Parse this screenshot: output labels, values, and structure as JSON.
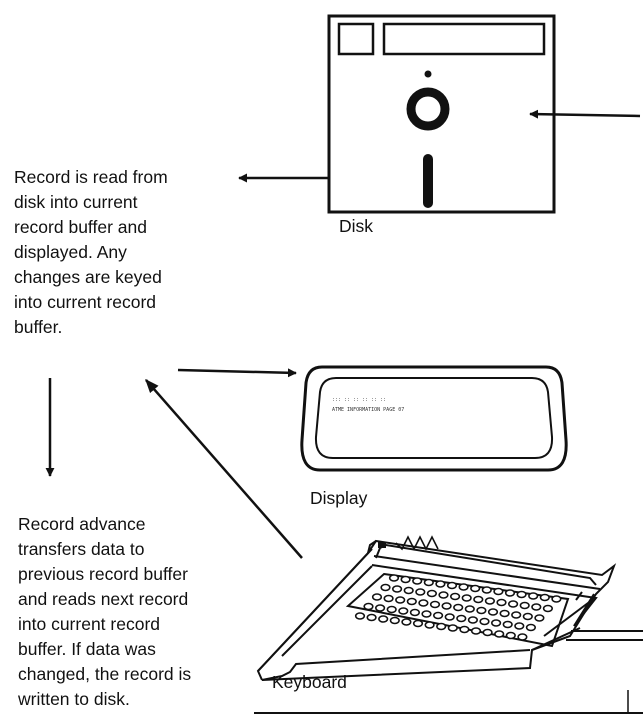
{
  "labels": {
    "disk": "Disk",
    "display": "Display",
    "keyboard": "Keyboard"
  },
  "text_blocks": {
    "read_record": [
      "Record is read from",
      "disk into current",
      "record buffer and",
      "displayed.  Any",
      "changes are keyed",
      "into current record",
      "buffer."
    ],
    "record_advance": [
      "Record advance",
      "transfers data to",
      "previous record buffer",
      "and reads next record",
      "into current record",
      "buffer.  If data was",
      "changed, the record is",
      "written to disk."
    ]
  },
  "screen_text": {
    "row1": ":::     ::      :: ::       ::      ::",
    "row2": "ATME  INFORMATION        PAGE  07"
  }
}
